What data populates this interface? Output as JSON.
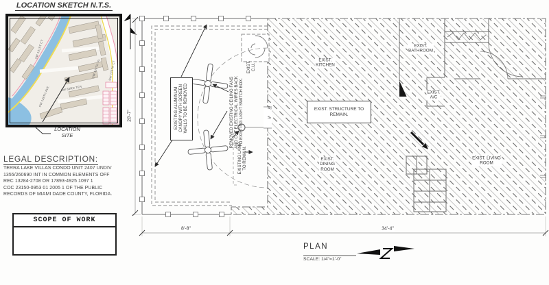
{
  "sketch": {
    "title": "LOCATION SKETCH N.T.S.",
    "caption": "LOCATION\nSITE",
    "streets": {
      "s1": "SW 131ST CT",
      "s2": "SW 128TH AVE",
      "s3": "SW 83RD TER",
      "s4": "SW 129TH PL",
      "s5": "SW 129TH CT"
    }
  },
  "legal": {
    "heading": "LEGAL DESCRIPTION:",
    "lines": [
      "TERRA LAKE VILLAS CONDO UNIT 2407 UNDIV",
      "1355/260690 INT IN COMMON ELEMENTS OFF",
      "REC 13284-2708 OR 17893-4925 1097 1",
      "COC 23150-0953 01 2005 1 OF THE PUBLIC",
      "RECORDS OF MIAMI DADE COUNTY, FLORIDA."
    ]
  },
  "scope": {
    "title": "SCOPE OF WORK"
  },
  "plan": {
    "title": "PLAN",
    "scale": "SCALE: 1/4\"=1'-0\"",
    "dims": {
      "left": "20'-7\"",
      "porch": "8'-8\"",
      "house": "34'-4\""
    },
    "rooms": {
      "kitchen": "EXIST.\nKITCHEN",
      "bathroom": "EXIST.\nBATHROOM",
      "ac": "EXIST.\nA/C",
      "dining": "EXIST.\nDINING\nROOM",
      "living": "EXIST. LIVING\nROOM",
      "cu": "EXIST.\nC.U.",
      "structure": "EXIST. STRUCTURE TO\nREMAIN."
    },
    "notes": {
      "canopy": "EXISTING ALUMINUM\nCANOPY WITH SCREEN\nWALLS TO BE REMOVED",
      "fans": "REMOVED EXISTING CEILING FANS\nAND CUT ELECTRICAL WIRES BACK\nTO EXISTING LIGHT SWITCH BOX.",
      "lamp": "EXISTING LAMP\nTO REMAIN.",
      "switch_a": "S₃",
      "switch_b": "Sₜ"
    }
  },
  "colors": {
    "ink": "#3b3b3b",
    "line_gray": "#8a8a8a",
    "map_water": "#8cc0e2",
    "map_road_yellow": "#efdc55",
    "map_road_pink": "#ee9ab3",
    "map_building": "#d8d0c1"
  }
}
